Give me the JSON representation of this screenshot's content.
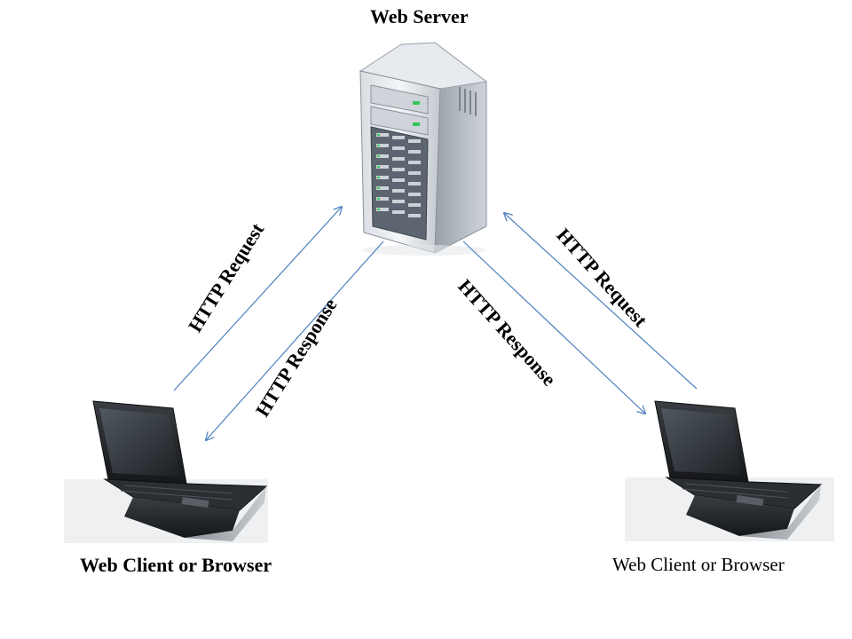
{
  "server": {
    "title": "Web Server",
    "icon": "server-tower-icon"
  },
  "clients": [
    {
      "caption": "Web Client or Browser",
      "icon": "laptop-icon"
    },
    {
      "caption": "Web Client or Browser",
      "icon": "laptop-icon"
    }
  ],
  "flows": {
    "left_request": "HTTP Request",
    "left_response": "HTTP Response",
    "right_response": "HTTP Response",
    "right_request": "HTTP Request"
  },
  "colors": {
    "arrow": "#4a7fbf",
    "text": "#000000",
    "background": "#ffffff"
  }
}
